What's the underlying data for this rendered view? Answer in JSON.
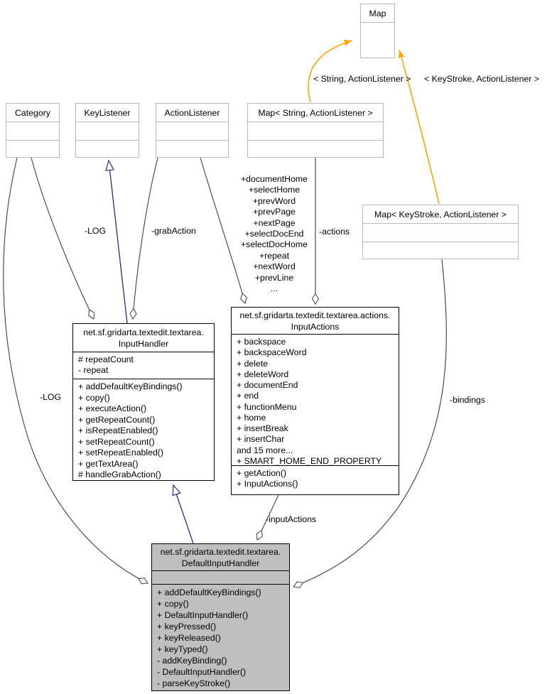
{
  "diagram": {
    "classes": {
      "map": {
        "name": "Map"
      },
      "category": {
        "name": "Category"
      },
      "key_listener": {
        "name": "KeyListener"
      },
      "action_listener": {
        "name": "ActionListener"
      },
      "map_string": {
        "name": "Map< String, ActionListener >"
      },
      "map_keystroke": {
        "name": "Map< KeyStroke, ActionListener >"
      },
      "input_handler": {
        "name_line1": "net.sf.gridarta.textedit.textarea.",
        "name_line2": "InputHandler",
        "attributes": [
          "# repeatCount",
          "- repeat"
        ],
        "methods": [
          "+ addDefaultKeyBindings()",
          "+ copy()",
          "+ executeAction()",
          "+ getRepeatCount()",
          "+ isRepeatEnabled()",
          "+ setRepeatCount()",
          "+ setRepeatEnabled()",
          "+ getTextArea()",
          "# handleGrabAction()"
        ]
      },
      "input_actions": {
        "name_line1": "net.sf.gridarta.textedit.textarea.actions.",
        "name_line2": "InputActions",
        "attributes": [
          "+ backspace",
          "+ backspaceWord",
          "+ delete",
          "+ deleteWord",
          "+ documentEnd",
          "+ end",
          "+ functionMenu",
          "+ home",
          "+ insertBreak",
          "+ insertChar",
          "and 15 more...",
          "+ SMART_HOME_END_PROPERTY"
        ],
        "methods": [
          "+ getAction()",
          "+ InputActions()"
        ]
      },
      "default_input_handler": {
        "name_line1": "net.sf.gridarta.textedit.textarea.",
        "name_line2": "DefaultInputHandler",
        "methods": [
          "+ addDefaultKeyBindings()",
          "+ copy()",
          "+ DefaultInputHandler()",
          "+ keyPressed()",
          "+ keyReleased()",
          "+ keyTyped()",
          "- addKeyBinding()",
          "- DefaultInputHandler()",
          "- parseKeyStroke()"
        ]
      }
    },
    "edge_labels": {
      "template_string": "< String, ActionListener >",
      "template_keystroke": "< KeyStroke, ActionListener >",
      "log_handler": "-LOG",
      "grab_action": "-grabAction",
      "actions": "-actions",
      "log_default": "-LOG",
      "bindings": "-bindings",
      "input_actions": "-inputActions",
      "action_listener_members": [
        "+documentHome",
        "+selectHome",
        "+prevWord",
        "+prevPage",
        "+nextPage",
        "+selectDocEnd",
        "+selectDocHome",
        "+repeat",
        "+nextWord",
        "+prevLine",
        "..."
      ]
    },
    "colors": {
      "template_edge": "#ffa500",
      "inheritance_edge": "#2a2a8e",
      "member_edge": "#4d4d4d",
      "external_border": "#b9b9b9",
      "focus_fill": "#bfbfbf",
      "box_fill": "#ffffff"
    }
  }
}
